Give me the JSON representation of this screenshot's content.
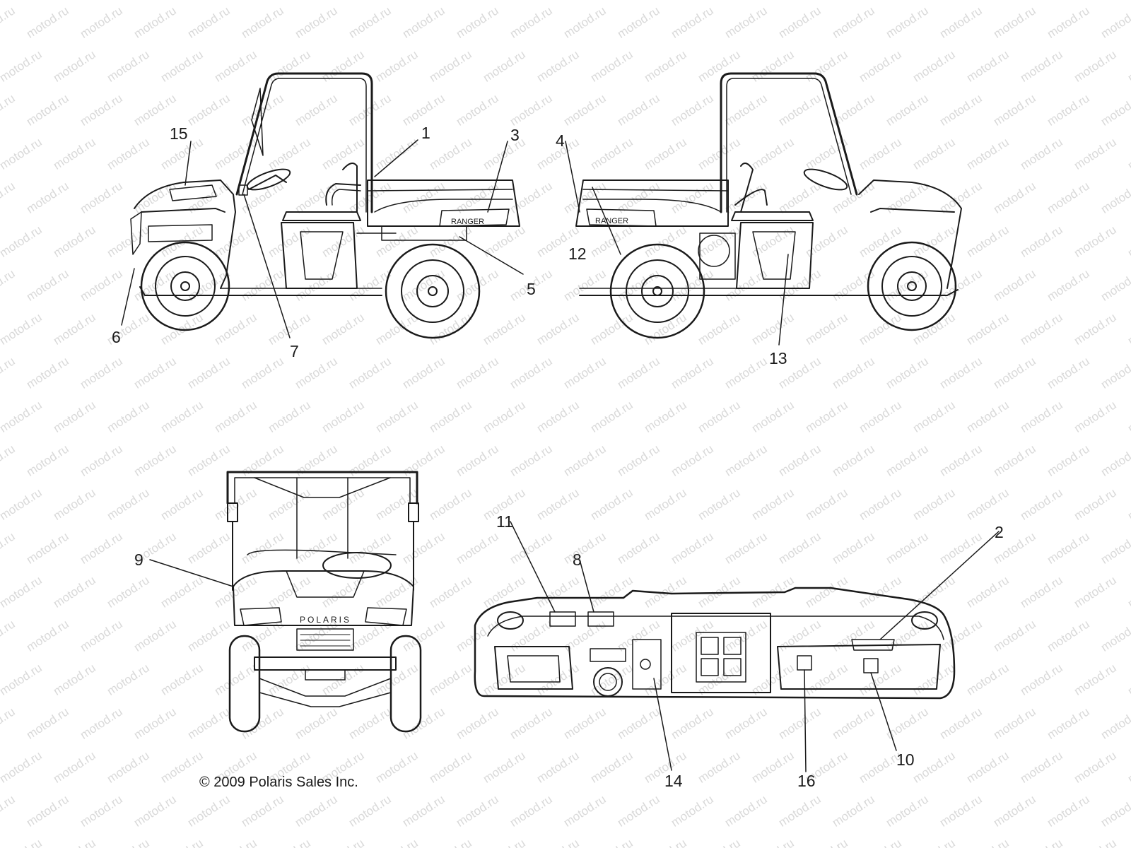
{
  "watermark": "motod.ru",
  "copyright": "© 2009 Polaris Sales Inc.",
  "hood_brand": "POLARIS",
  "cargo_box_label": "RANGER",
  "callouts": [
    "1",
    "2",
    "3",
    "4",
    "5",
    "6",
    "7",
    "8",
    "9",
    "10",
    "11",
    "12",
    "13",
    "14",
    "15",
    "16"
  ],
  "colors": {
    "line": "#1a1a1a",
    "watermark": "#d9d9d9",
    "background": "#ffffff"
  }
}
